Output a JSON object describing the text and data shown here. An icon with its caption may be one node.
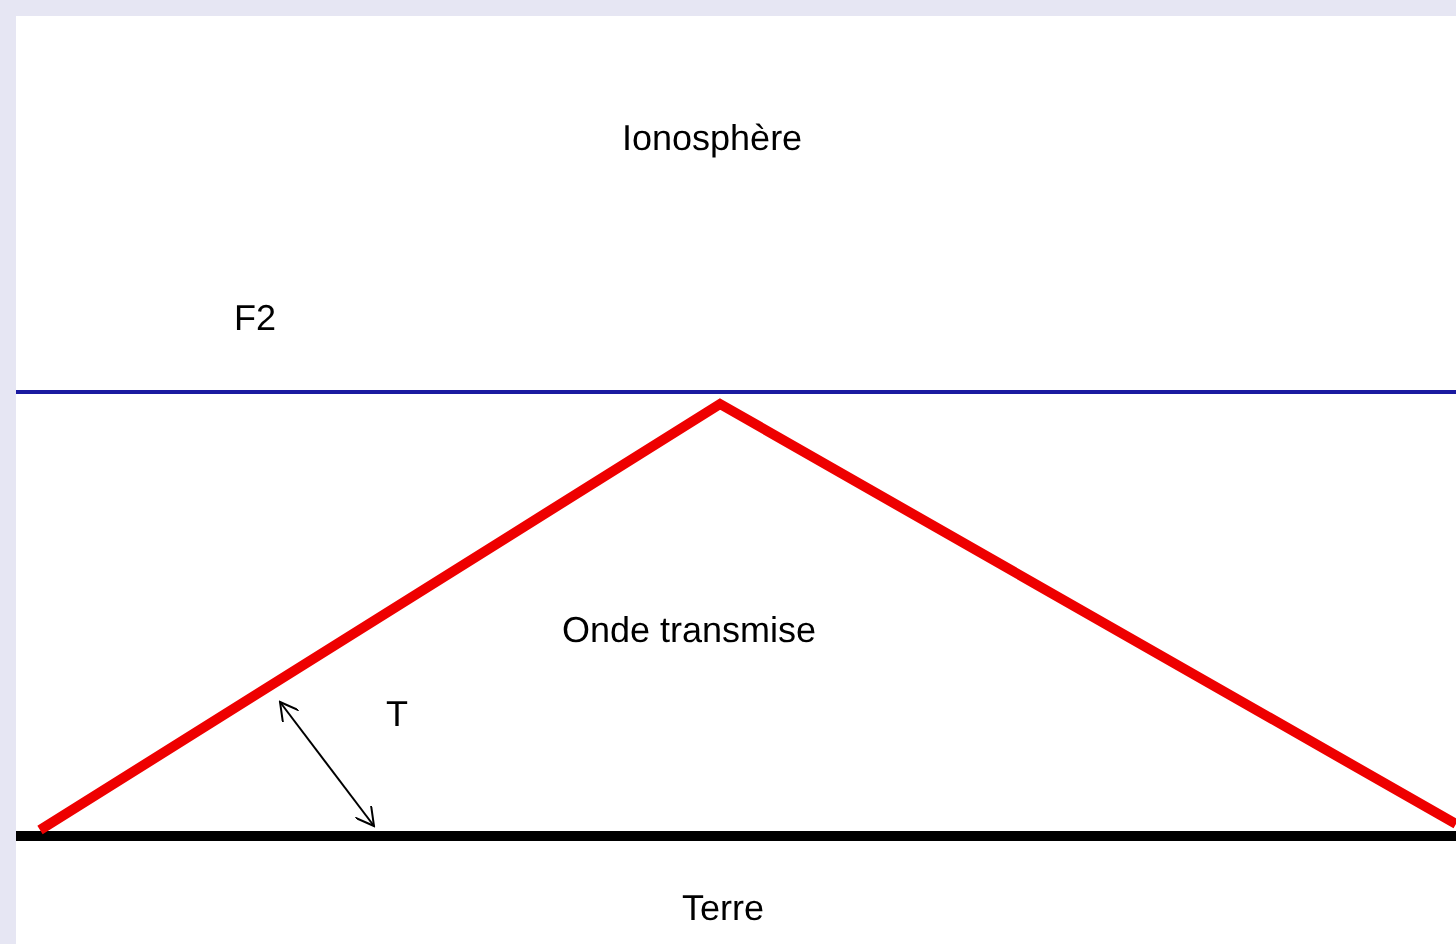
{
  "diagram": {
    "labels": [
      "Ionosphère",
      "F2",
      "Onde transmise",
      "T",
      "Terre"
    ]
  }
}
